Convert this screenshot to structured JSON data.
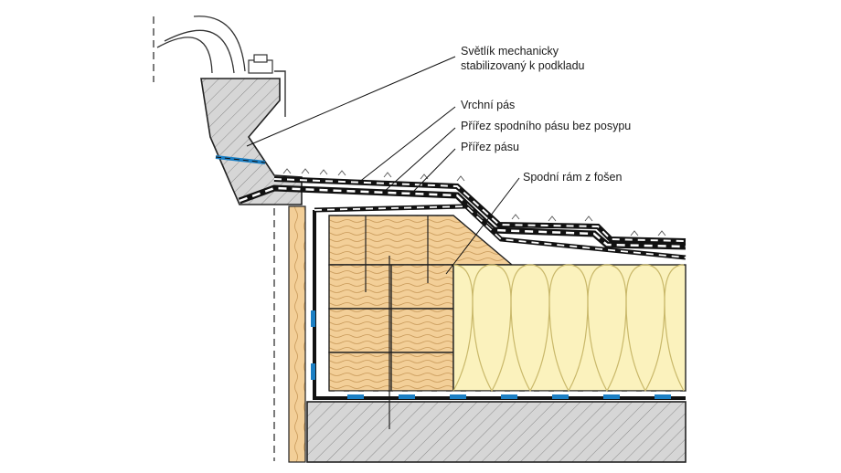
{
  "labels": {
    "skylight": [
      "Světlík mechanicky",
      "stabilizovaný k podkladu"
    ],
    "top_layer": "Vrchní pás",
    "bottom_cut": "Přířez spodního pásu bez posypu",
    "strip_cut": "Přířez pásu",
    "frame": "Spodní rám z fošen"
  },
  "colors": {
    "wood": "#f3cf98",
    "wood_grain": "#c99a5a",
    "insulation": "#fbf2bd",
    "insulation_line": "#c9b86a",
    "concrete": "#d6d6d6",
    "membrane": "#111111",
    "tape": "#1b7fc4"
  }
}
